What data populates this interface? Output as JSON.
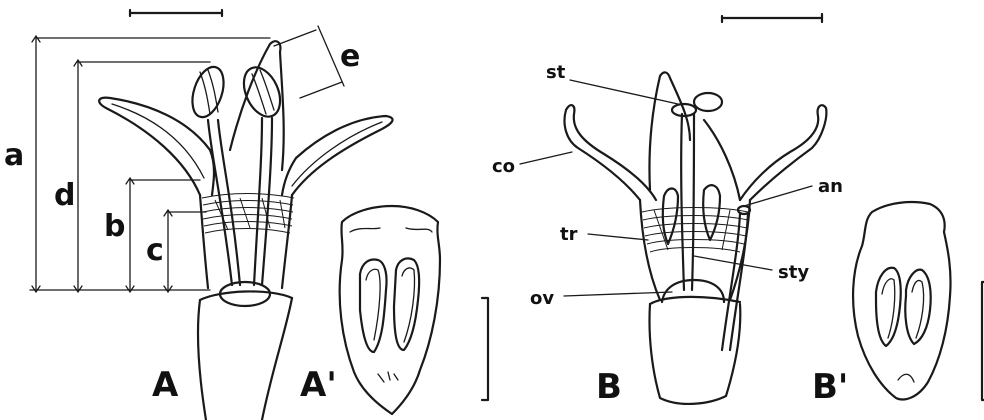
{
  "figure": {
    "panels": {
      "A": "A",
      "A_prime": "A'",
      "B": "B",
      "B_prime": "B'"
    },
    "measurements": {
      "a": "a",
      "b": "b",
      "c": "c",
      "d": "d",
      "e": "e"
    },
    "parts": {
      "st": "st",
      "co": "co",
      "an": "an",
      "tr": "tr",
      "sty": "sty",
      "ov": "ov"
    }
  }
}
